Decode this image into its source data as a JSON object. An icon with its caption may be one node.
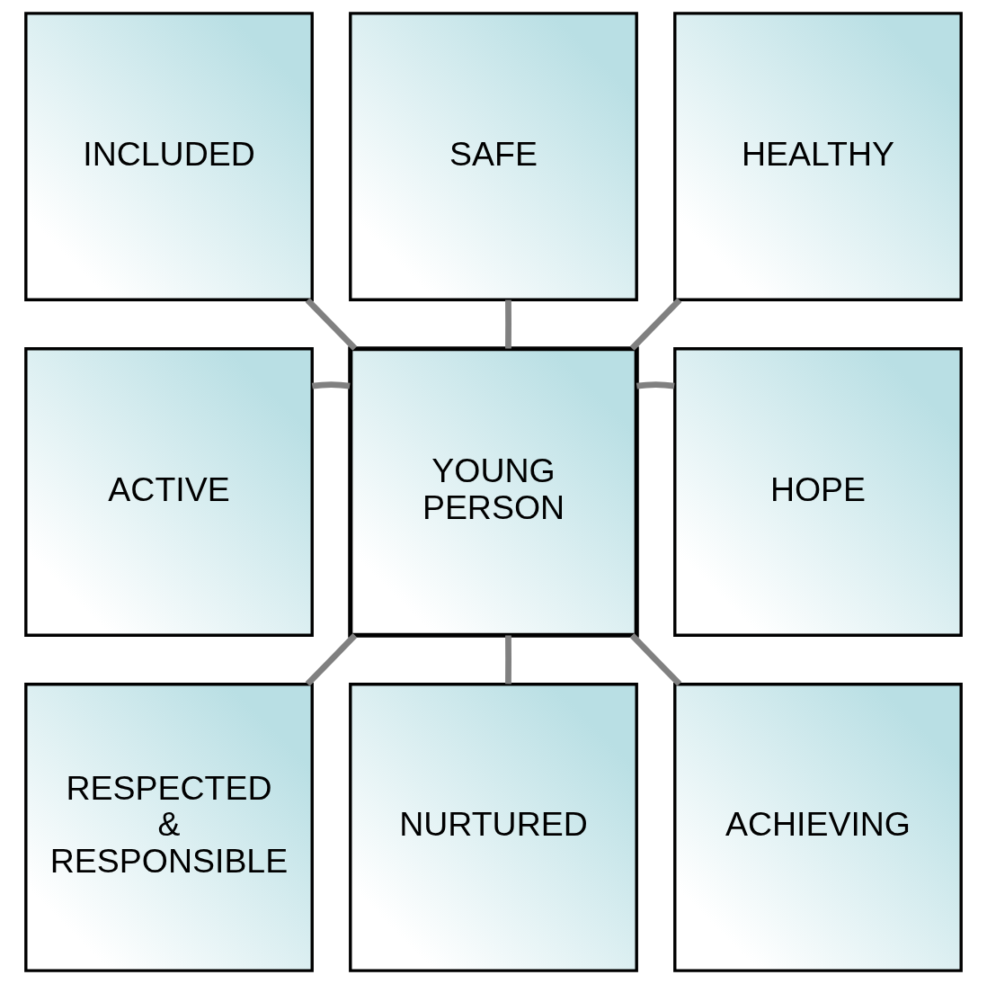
{
  "diagram": {
    "nodes": [
      {
        "text": [
          "SAFE"
        ]
      },
      {
        "text": [
          "INCLUDED"
        ]
      },
      {
        "text": [
          "HEALTHY"
        ]
      },
      {
        "text": [
          "ACTIVE"
        ]
      },
      {
        "text": [
          "YOUNG PERSON"
        ]
      },
      {
        "text": [
          "HOPE"
        ]
      },
      {
        "text": [
          "RESPECTED & RESPONSIBLE"
        ]
      },
      {
        "text": [
          "ACHIEVING"
        ]
      },
      {
        "text": [
          "NURTURED"
        ]
      }
    ],
    "edges": [
      {
        "from": 4,
        "to": 0,
        "arrow": "none"
      },
      {
        "from": 4,
        "to": 2,
        "arrow": "none"
      },
      {
        "from": 4,
        "to": 5,
        "arrow": "none"
      },
      {
        "from": 4,
        "to": 7,
        "arrow": "none"
      },
      {
        "from": 4,
        "to": 8,
        "arrow": "none"
      },
      {
        "from": 4,
        "to": 6,
        "arrow": "none"
      },
      {
        "from": 4,
        "to": 3,
        "arrow": "none"
      },
      {
        "from": 4,
        "to": 1,
        "arrow": "none"
      }
    ]
  }
}
